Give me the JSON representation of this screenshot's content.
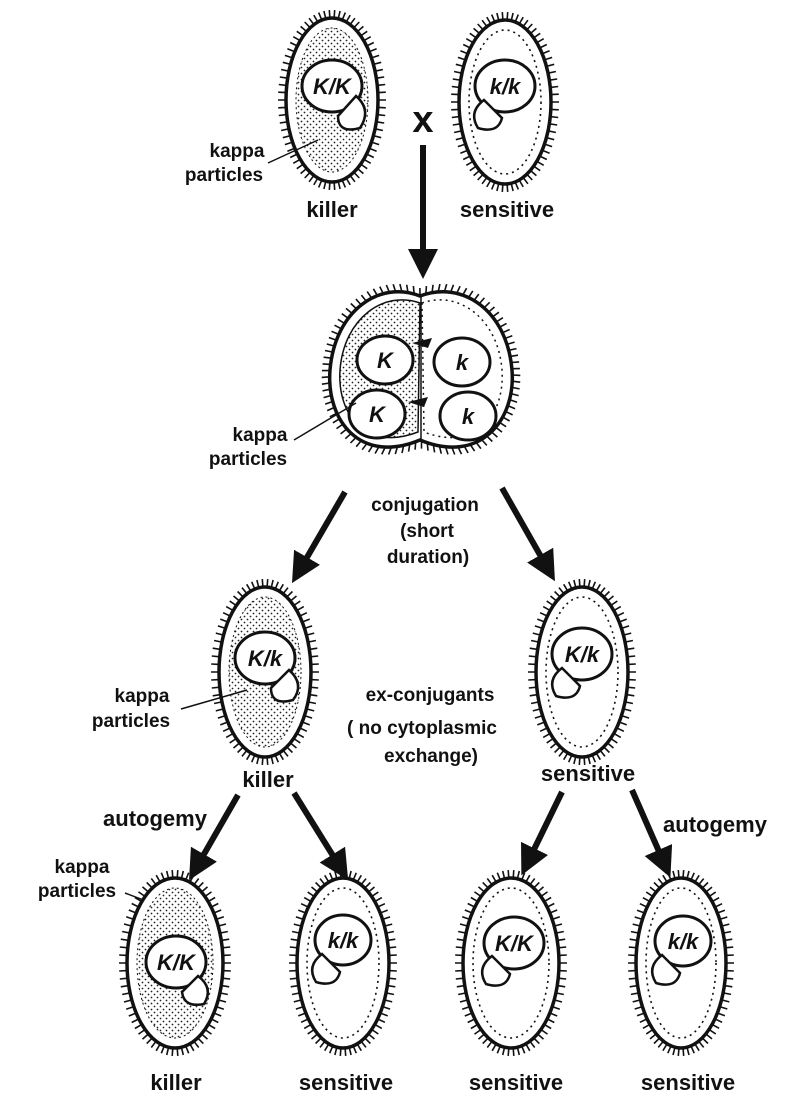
{
  "cross_symbol": "x",
  "kappa_label": {
    "line1": "kappa",
    "line2": "particles"
  },
  "parents": {
    "left": {
      "phenotype": "killer",
      "genotype": "K/K"
    },
    "right": {
      "phenotype": "sensitive",
      "genotype": "k/k"
    }
  },
  "conjugating_pair": {
    "nuclei": [
      "K",
      "k",
      "K",
      "k"
    ]
  },
  "conjugation_label": [
    "conjugation",
    "(short",
    "duration)"
  ],
  "exconjugants": {
    "label": [
      "ex-conjugants",
      "( no cytoplasmic",
      "exchange)"
    ],
    "left": {
      "phenotype": "killer",
      "genotype": "K/k"
    },
    "right": {
      "phenotype": "sensitive",
      "genotype": "K/k"
    }
  },
  "autogamy_label": "autogemy",
  "progeny": [
    {
      "phenotype": "killer",
      "genotype": "K/K"
    },
    {
      "phenotype": "sensitive",
      "genotype": "k/k"
    },
    {
      "phenotype": "sensitive",
      "genotype": "K/K"
    },
    {
      "phenotype": "sensitive",
      "genotype": "k/k"
    }
  ]
}
